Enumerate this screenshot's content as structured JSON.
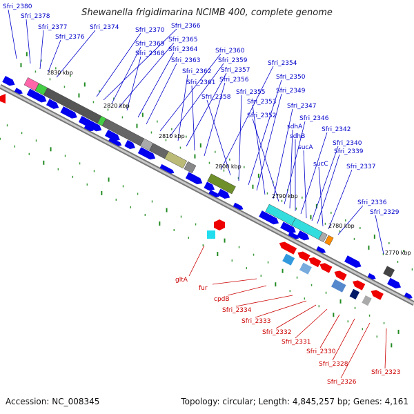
{
  "title": "Shewanella frigidimarina NCIMB 400, complete genome",
  "footer": {
    "accession": "Accession: NC_008345",
    "topology": "Topology: circular; Length: 4,845,257 bp; Genes: 4,161"
  },
  "kbp_ticks": [
    "2830 kbp",
    "2820 kbp",
    "2810 kbp",
    "2800 kbp",
    "2790 kbp",
    "2780 kbp",
    "2770 kbp"
  ],
  "top_labels": [
    "Sfri_2380",
    "Sfri_2378",
    "Sfri_2377",
    "Sfri_2376",
    "Sfri_2374",
    "Sfri_2370",
    "Sfri_2366",
    "Sfri_2369",
    "Sfri_2365",
    "Sfri_2368",
    "Sfri_2364",
    "Sfri_2363",
    "Sfri_2360",
    "Sfri_2359",
    "Sfri_2362",
    "Sfri_2357",
    "Sfri_2361",
    "Sfri_2356",
    "Sfri_2354",
    "Sfri_2358",
    "Sfri_2355",
    "Sfri_2350",
    "Sfri_2349",
    "Sfri_2353",
    "Sfri_2347",
    "Sfri_2352",
    "Sfri_2346",
    "sdhA",
    "sdhB",
    "Sfri_2342",
    "sucA",
    "Sfri_2340",
    "Sfri_2339",
    "sucC",
    "Sfri_2337",
    "Sfri_2336",
    "Sfri_2329"
  ],
  "bottom_labels": [
    "gltA",
    "fur",
    "cpdB",
    "Sfri_2334",
    "Sfri_2333",
    "Sfri_2332",
    "Sfri_2331",
    "Sfri_2330",
    "Sfri_2328",
    "Sfri_2326",
    "Sfri_2323"
  ],
  "colors": {
    "forward": "#0000ee",
    "reverse": "#ee0000",
    "backbone": "#888888",
    "tick_green": "#228b22"
  }
}
